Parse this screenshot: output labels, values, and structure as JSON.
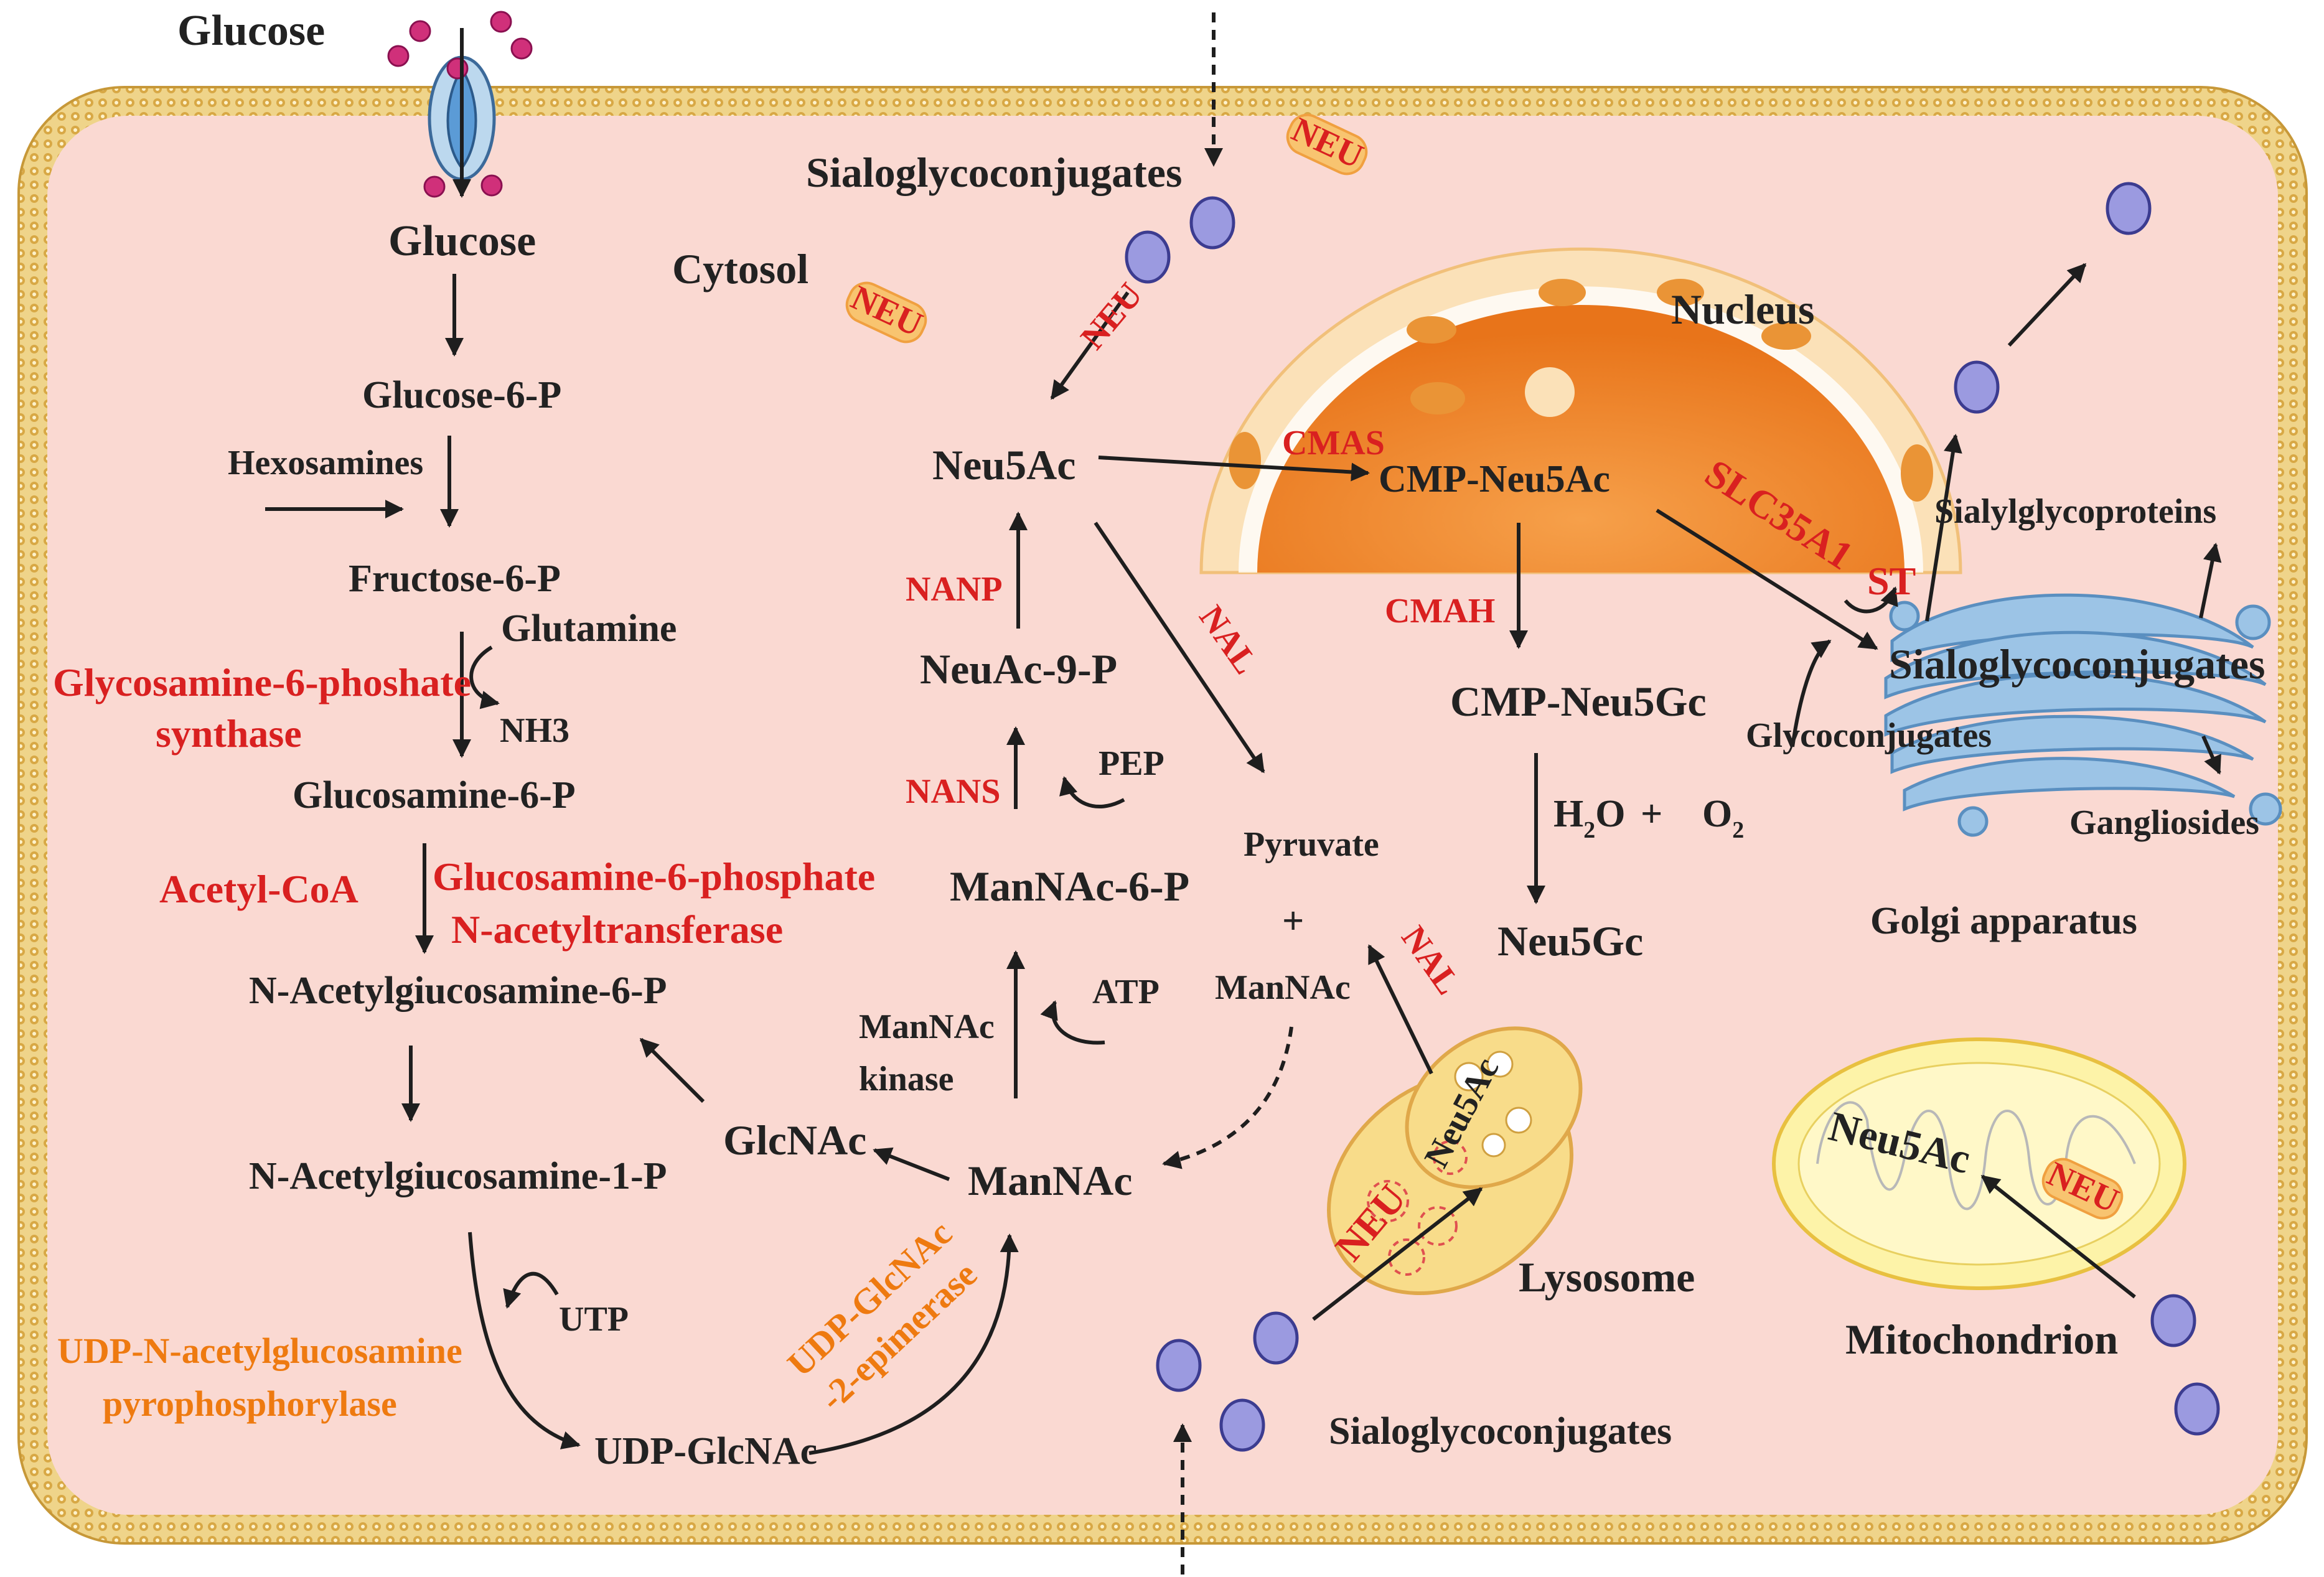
{
  "colors": {
    "cytosol": "#fad9d2",
    "membrane": "#e5bd62",
    "enzyme_red": "#d92020",
    "enzyme_orange": "#ee7a10",
    "nucleus_core": "#ee8420",
    "sialic_acid": "#9b9ae0",
    "golgi": "#9cc4e6"
  },
  "labels": {
    "glucose_outside": "Glucose",
    "glucose": "Glucose",
    "glucose_6p": "Glucose-6-P",
    "hexosamines": "Hexosamines",
    "fructose_6p": "Fructose-6-P",
    "glutamine": "Glutamine",
    "nh3": "NH3",
    "glucosamine_6p": "Glucosamine-6-P",
    "acetyl_coa": "Acetyl-CoA",
    "nag_6p": "N-Acetylgiucosamine-6-P",
    "nag_1p": "N-Acetylgiucosamine-1-P",
    "utp": "UTP",
    "udp_glcnac": "UDP-GlcNAc",
    "glcnac": "GlcNAc",
    "mannac": "ManNAc",
    "mannac_kinase_1": "ManNAc",
    "mannac_kinase_2": "kinase",
    "atp": "ATP",
    "mannac_6p": "ManNAc-6-P",
    "pep": "PEP",
    "neuac_9p": "NeuAc-9-P",
    "neu5ac": "Neu5Ac",
    "sialo_top": "Sialoglycoconjugates",
    "cytosol": "Cytosol",
    "pyruvate": "Pyruvate",
    "plus": "+",
    "mannac_right": "ManNAc",
    "nucleus": "Nucleus",
    "cmp_neu5ac": "CMP-Neu5Ac",
    "cmp_neu5gc": "CMP-Neu5Gc",
    "h2o_plus_o2": "+",
    "neu5gc": "Neu5Gc",
    "sialylglycoproteins": "Sialylglycoproteins",
    "sialo_golgi": "Sialoglycoconjugates",
    "glycoconjugates": "Glycoconjugates",
    "gangliosides": "Gangliosides",
    "golgi": "Golgi apparatus",
    "lysosome": "Lysosome",
    "neu5ac_lysosome": "Neu5Ac",
    "sialo_bottom": "Sialoglycoconjugates",
    "mitochondrion": "Mitochondrion",
    "neu5ac_mito": "Neu5Ac"
  },
  "formula": {
    "h": "H",
    "h_sub": "2",
    "h_tail": "O",
    "o": "O",
    "o_sub": "2"
  },
  "enzymes": {
    "gfat_1": "Glycosamine-6-phoshate",
    "gfat_2": "synthase",
    "gna_1": "Glucosamine-6-phosphate",
    "gna_2": "N-acetyltransferase",
    "uap_1": "UDP-N-acetylglucosamine",
    "uap_2": "pyrophosphorylase",
    "gne_1": "UDP-GlcNAc",
    "gne_2": "-2-epimerase",
    "nans": "NANS",
    "nanp": "NANP",
    "neu_arrow": "NEU",
    "nal_upper": "NAL",
    "nal_lower": "NAL",
    "cmas": "CMAS",
    "cmah": "CMAH",
    "slc35a1": "SLC35A1",
    "st": "ST",
    "neu_lysosome": "NEU"
  },
  "badges": {
    "neu_top": "NEU",
    "neu_cytosol": "NEU",
    "neu_mito": "NEU"
  }
}
